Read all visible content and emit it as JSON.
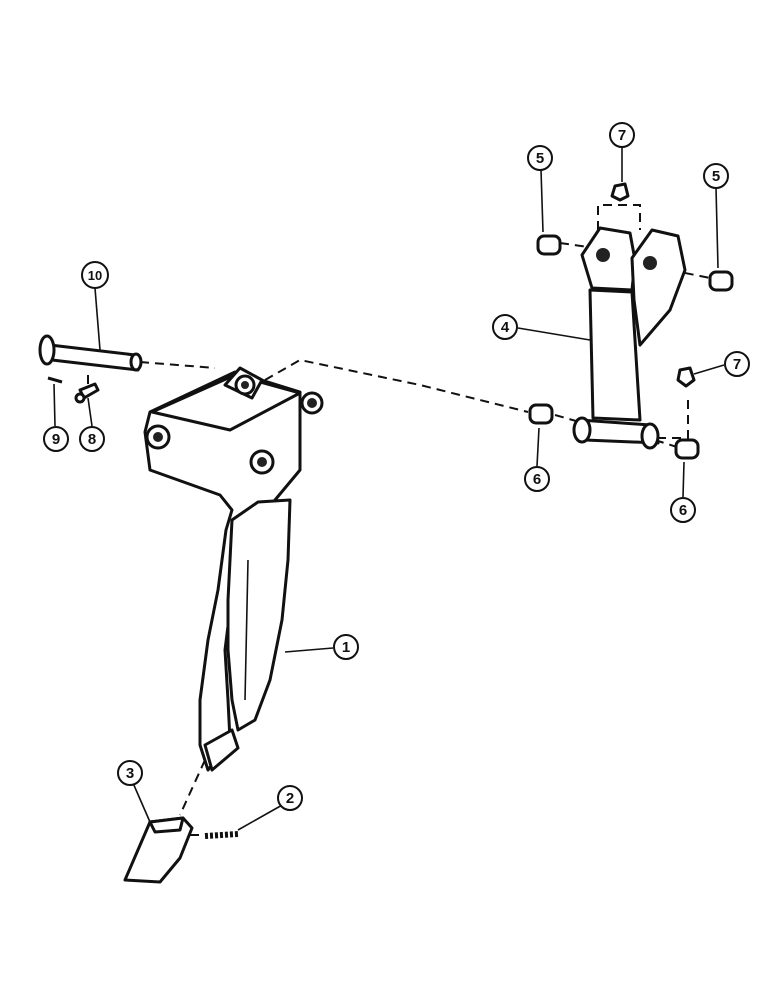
{
  "callouts": {
    "c1": "1",
    "c2": "2",
    "c3": "3",
    "c4": "4",
    "c5a": "5",
    "c5b": "5",
    "c6a": "6",
    "c6b": "6",
    "c7a": "7",
    "c7b": "7",
    "c8": "8",
    "c9": "9",
    "c10": "10"
  }
}
